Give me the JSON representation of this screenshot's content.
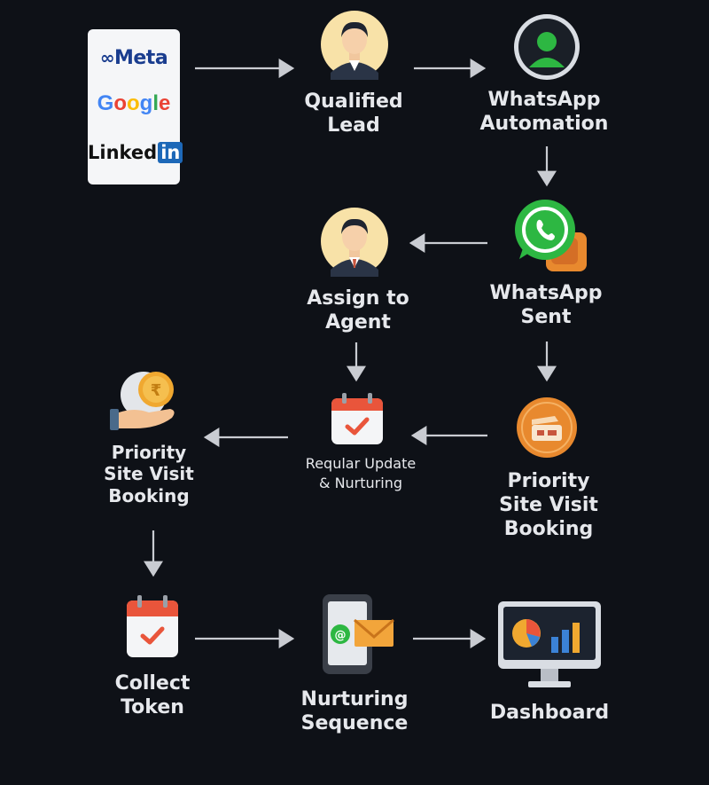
{
  "sources": {
    "meta": "Meta",
    "google": [
      "G",
      "o",
      "o",
      "g",
      "l",
      "e"
    ],
    "linkedin_text": "Linked",
    "linkedin_in": "in",
    "google_colors": [
      "#4285f4",
      "#ea4335",
      "#fbbc05",
      "#4285f4",
      "#34a853",
      "#ea4335"
    ]
  },
  "nodes": {
    "qualified_lead": [
      "Qualified",
      "Lead"
    ],
    "whatsapp_automation": [
      "WhatsApp",
      "Automation"
    ],
    "assign_agent": [
      "Assign to",
      "Agent"
    ],
    "whatsapp_sent": [
      "WhatsApp",
      "Sent"
    ],
    "priority_left": [
      "Priority",
      "Site Visit",
      "Booking"
    ],
    "regular_update": [
      "Reqular Update",
      "& Nurturing"
    ],
    "priority_right": [
      "Priority",
      "Site Visit",
      "Booking"
    ],
    "collect_token": [
      "Collect",
      "Token"
    ],
    "nurturing_sequence": [
      "Nurturing",
      "Sequence"
    ],
    "dashboard": [
      "Dashboard"
    ]
  },
  "colors": {
    "background": "#0e1117",
    "arrow": "#c9ccd2",
    "whatsapp_green": "#2db742",
    "accent_orange": "#e8892e",
    "calendar_red": "#e9553b"
  },
  "icons": {
    "sources": "ad-sources-card",
    "qualified_lead": "person-avatar-icon",
    "whatsapp_automation": "green-user-icon",
    "assign_agent": "agent-avatar-icon",
    "whatsapp_sent": "whatsapp-icon",
    "priority_left": "hand-coin-icon",
    "regular_update": "calendar-check-icon",
    "priority_right": "ticket-badge-icon",
    "collect_token": "calendar-check-icon",
    "nurturing_sequence": "phone-mail-icon",
    "dashboard": "monitor-chart-icon"
  }
}
